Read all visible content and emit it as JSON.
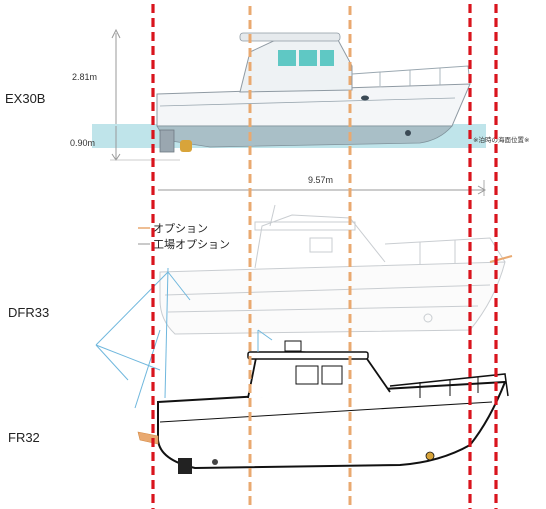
{
  "models": [
    {
      "id": "ex30b",
      "label": "EX30B"
    },
    {
      "id": "dfr33",
      "label": "DFR33"
    },
    {
      "id": "fr32",
      "label": "FR32"
    }
  ],
  "dimensions": {
    "height_above_water": "2.81m",
    "draft": "0.90m",
    "length": "9.57m"
  },
  "waterline_note": "※泊時の海面位置※",
  "legend": [
    {
      "label": "オプション",
      "color": "#e9a970"
    },
    {
      "label": "工場オプション",
      "color": "#b9b9b9"
    }
  ],
  "colors": {
    "red_guide": "#d9141d",
    "orange_guide": "#e9a970",
    "water": "#bfe4ea",
    "teal_glass": "#5fc8c4",
    "blue_rigging": "#6fb7dd"
  }
}
